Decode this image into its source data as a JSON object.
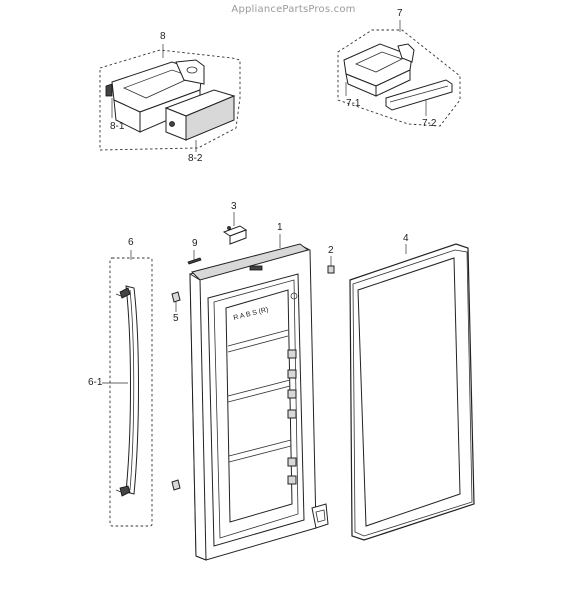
{
  "watermark": "AppliancePartsPros.com",
  "callouts": {
    "c1": "1",
    "c2": "2",
    "c3": "3",
    "c4": "4",
    "c5": "5",
    "c6": "6",
    "c6_1": "6-1",
    "c7": "7",
    "c7_1": "7-1",
    "c7_2": "7-2",
    "c8": "8",
    "c8_1": "8-1",
    "c8_2": "8-2",
    "c9": "9"
  },
  "door_marking": "R A B S (R)"
}
